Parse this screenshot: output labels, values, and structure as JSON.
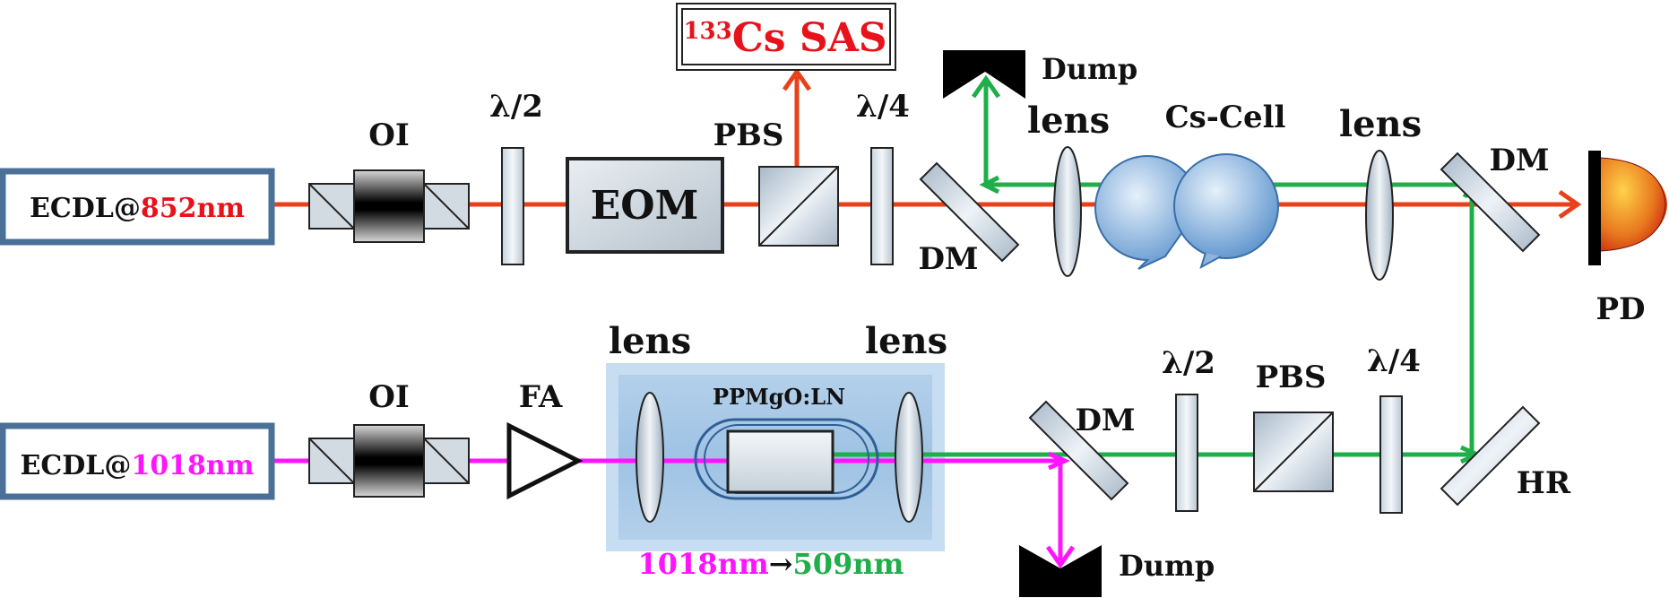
{
  "lasers": {
    "top": {
      "prefix": "ECDL@",
      "wavelength": "852nm"
    },
    "bottom": {
      "prefix": "ECDL@",
      "wavelength": "1018nm"
    }
  },
  "labels": {
    "oi_top": "OI",
    "oi_bottom": "OI",
    "half_wave_top": "λ/2",
    "eom": "EOM",
    "pbs_top": "PBS",
    "quarter_wave_top": "λ/4",
    "dm_top_left": "DM",
    "dump_top": "Dump",
    "lens_top_left": "lens",
    "cs_cell": "Cs-Cell",
    "lens_top_right": "lens",
    "dm_top_right": "DM",
    "pd": "PD",
    "fa": "FA",
    "lens_bottom_left": "lens",
    "lens_bottom_right": "lens",
    "crystal": "PPMgO:LN",
    "dm_bottom": "DM",
    "half_wave_bottom": "λ/2",
    "pbs_bottom": "PBS",
    "quarter_wave_bottom": "λ/4",
    "hr": "HR",
    "dump_bottom": "Dump",
    "sas_isotope": "133",
    "sas_text": "Cs SAS",
    "conv_in": "1018nm",
    "conv_arrow": "→",
    "conv_out": "509nm"
  },
  "colors": {
    "red_beam": "#e8401a",
    "green_beam": "#1fae4a",
    "magenta_beam": "#ff14ff",
    "laser_box_border": "#4a7098",
    "red_text": "#e8121a",
    "magenta_text": "#ff14ff",
    "green_text": "#1fae4a"
  }
}
